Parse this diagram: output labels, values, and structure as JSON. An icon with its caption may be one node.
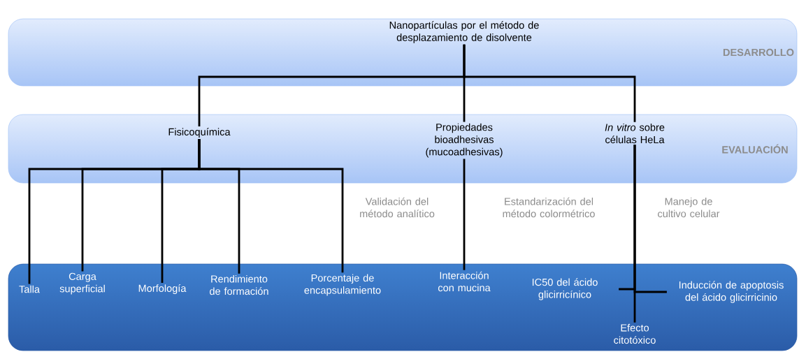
{
  "diagram": {
    "nodes": [
      {
        "text": [
          "Nanopartículas por el método de desplazamiento de disolvente"
        ]
      },
      {
        "text": [
          "Fisicoquímica"
        ]
      },
      {
        "text": [
          "Propiedades bioadhesivas (mucoadhesivas)"
        ]
      },
      {
        "text": [
          "*In vitro* sobre células HeLa"
        ]
      },
      {
        "text": [
          "Talla"
        ]
      },
      {
        "text": [
          "Carga superficial"
        ]
      },
      {
        "text": [
          "Morfología"
        ]
      },
      {
        "text": [
          "Rendimiento de formación"
        ]
      },
      {
        "text": [
          "Porcentaje de encapsulamiento"
        ]
      },
      {
        "text": [
          "Interacción con mucina"
        ]
      },
      {
        "text": [
          "IC50 del ácido glicirricínico"
        ]
      },
      {
        "text": [
          "Inducción de apoptosis del ácido glicirricinio"
        ]
      },
      {
        "text": [
          "Efecto citotóxico"
        ]
      }
    ],
    "edges": [
      {
        "from": 0,
        "to": 1,
        "arrow": "none"
      },
      {
        "from": 0,
        "to": 2,
        "arrow": "none"
      },
      {
        "from": 0,
        "to": 3,
        "arrow": "none"
      },
      {
        "from": 1,
        "to": 4,
        "arrow": "none"
      },
      {
        "from": 1,
        "to": 5,
        "arrow": "none"
      },
      {
        "from": 1,
        "to": 6,
        "arrow": "none"
      },
      {
        "from": 1,
        "to": 7,
        "arrow": "none"
      },
      {
        "from": 1,
        "to": 8,
        "arrow": "none"
      },
      {
        "from": 2,
        "to": 9,
        "arrow": "none"
      },
      {
        "from": 3,
        "to": 10,
        "arrow": "none"
      },
      {
        "from": 3,
        "to": 11,
        "arrow": "none"
      },
      {
        "from": 3,
        "to": 12,
        "arrow": "none"
      }
    ],
    "labels": [
      "DESARROLLO",
      "EVALUACIÓN",
      "Validación del método analítico",
      "Estandarización del método colormétrico",
      "Manejo de cultivo celular"
    ]
  }
}
